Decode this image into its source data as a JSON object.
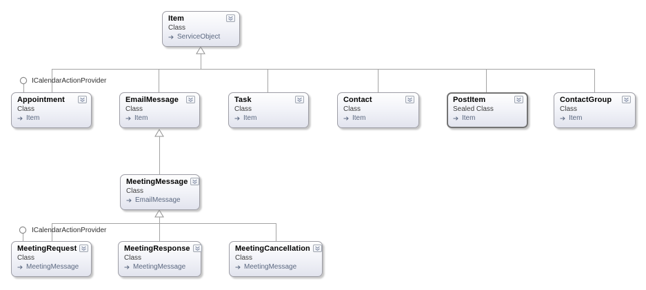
{
  "diagram": {
    "nodes": [
      {
        "title": "Item",
        "stereotype": "Class",
        "base": "ServiceObject"
      },
      {
        "title": "Appointment",
        "stereotype": "Class",
        "base": "Item"
      },
      {
        "title": "EmailMessage",
        "stereotype": "Class",
        "base": "Item"
      },
      {
        "title": "Task",
        "stereotype": "Class",
        "base": "Item"
      },
      {
        "title": "Contact",
        "stereotype": "Class",
        "base": "Item"
      },
      {
        "title": "PostItem",
        "stereotype": "Sealed Class",
        "base": "Item"
      },
      {
        "title": "ContactGroup",
        "stereotype": "Class",
        "base": "Item"
      },
      {
        "title": "MeetingMessage",
        "stereotype": "Class",
        "base": "EmailMessage"
      },
      {
        "title": "MeetingRequest",
        "stereotype": "Class",
        "base": "MeetingMessage"
      },
      {
        "title": "MeetingResponse",
        "stereotype": "Class",
        "base": "MeetingMessage"
      },
      {
        "title": "MeetingCancellation",
        "stereotype": "Class",
        "base": "MeetingMessage"
      }
    ],
    "interfaces": [
      {
        "label": "ICalendarActionProvider"
      },
      {
        "label": "ICalendarActionProvider"
      }
    ],
    "icons": {
      "collapse": "double-chevron-down-icon",
      "inherits": "inheritance-arrow-icon",
      "interface": "lollipop-icon"
    },
    "colors": {
      "background": "#ffffff",
      "node_border": "#9c9ca4",
      "sealed_border": "#737373",
      "connector": "#a3a3a3",
      "title_text": "#000000",
      "stereotype_text": "#3d3d3d",
      "base_text": "#5b6880"
    }
  }
}
